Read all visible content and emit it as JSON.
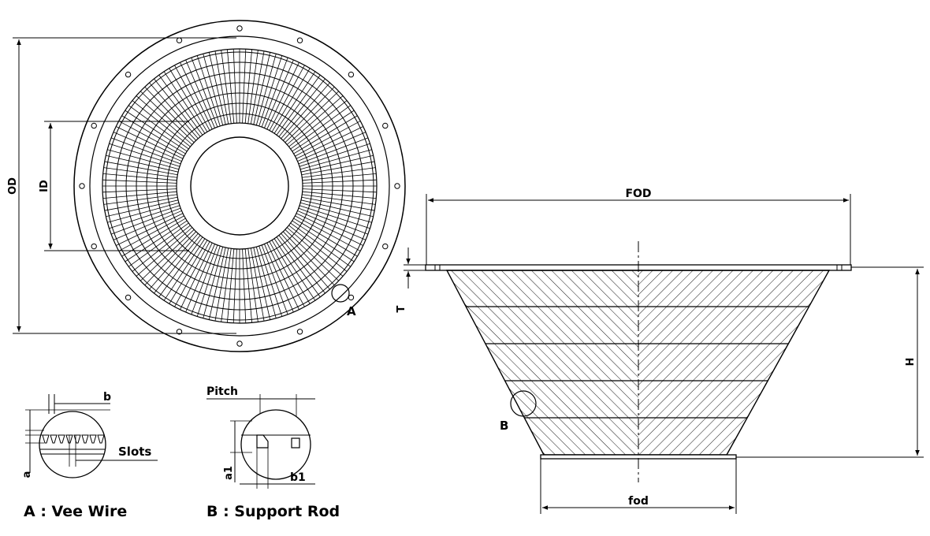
{
  "top_view": {
    "outer_diameter_label": "OD",
    "inner_diameter_label": "ID",
    "detail_marker_label": "A"
  },
  "side_view": {
    "flange_outer_diameter_label": "FOD",
    "flange_thickness_label": "T",
    "height_label": "H",
    "bottom_outer_diameter_label": "fod",
    "detail_marker_label": "B"
  },
  "detail_a": {
    "slot_width_label": "b",
    "slots_label": "Slots",
    "wire_height_label": "a",
    "caption": "A : Vee Wire"
  },
  "detail_b": {
    "pitch_label": "Pitch",
    "rod_height_label": "a1",
    "rod_width_label": "b1",
    "caption": "B : Support Rod"
  }
}
